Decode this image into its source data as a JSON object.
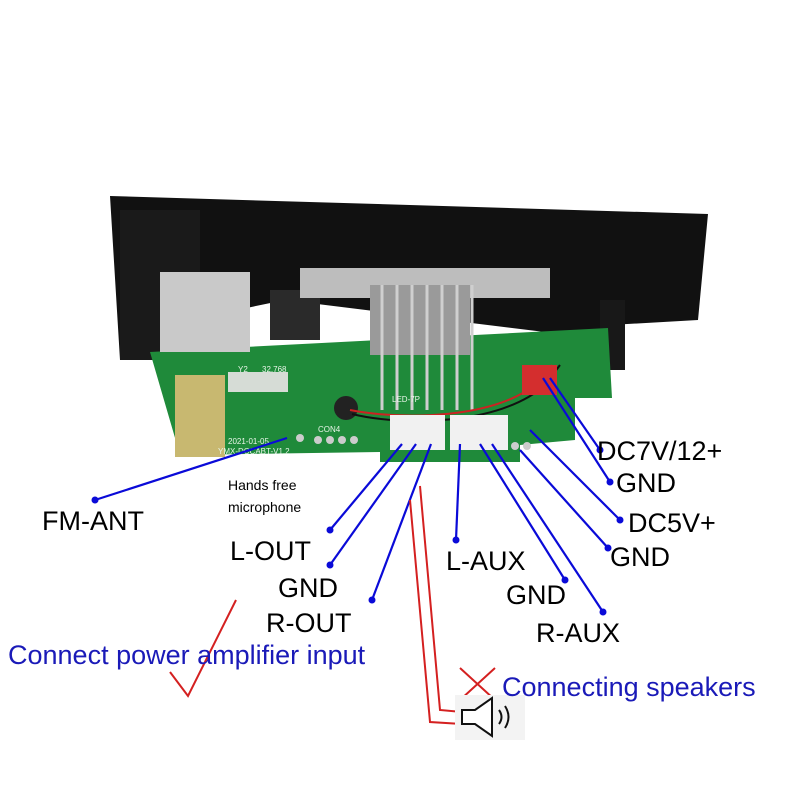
{
  "board": {
    "silkscreen": [
      "2021-01-05",
      "YMX-DCCABT-V1.2",
      "CON4",
      "LED-7P",
      "Y2",
      "32.768"
    ]
  },
  "labels": {
    "dc7v12": "DC7V/12+",
    "gnd_power": "GND",
    "dc5v": "DC5V+",
    "gnd_5v": "GND",
    "fm_ant": "FM-ANT",
    "mic_line1": "Hands free",
    "mic_line2": "microphone",
    "l_out": "L-OUT",
    "gnd_out": "GND",
    "r_out": "R-OUT",
    "l_aux": "L-AUX",
    "gnd_aux": "GND",
    "r_aux": "R-AUX"
  },
  "notes": {
    "amplifier": "Connect power amplifier input",
    "speakers": "Connecting speakers"
  },
  "colors": {
    "label_blue": "#1a1ab8",
    "line_blue": "#0a0ad8",
    "mark_red": "#d42020",
    "pcb_green": "#1f8a3a"
  }
}
